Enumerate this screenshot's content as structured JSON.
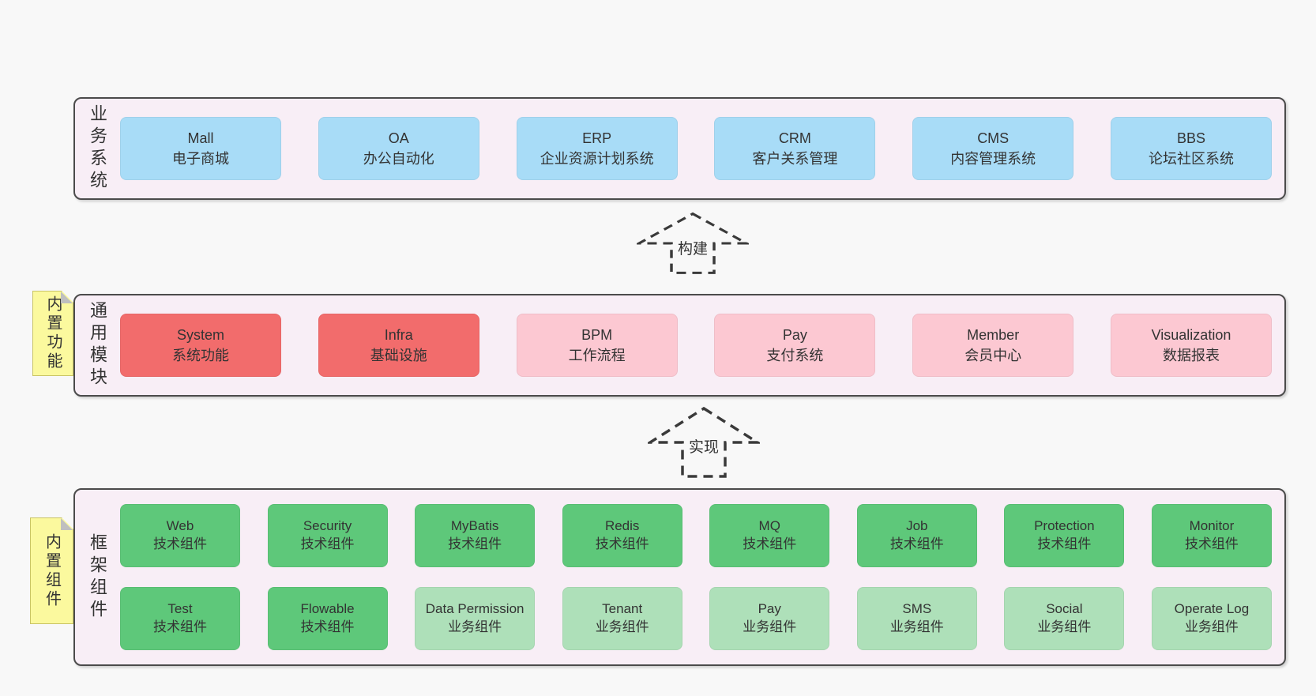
{
  "diagram": {
    "arrows": [
      {
        "label": "构建"
      },
      {
        "label": "实现"
      }
    ],
    "layers": [
      {
        "name": "business-systems",
        "label": "业务系统",
        "note": "",
        "rows": [
          [
            {
              "title": "Mall",
              "subtitle": "电子商城",
              "variant": "blue"
            },
            {
              "title": "OA",
              "subtitle": "办公自动化",
              "variant": "blue"
            },
            {
              "title": "ERP",
              "subtitle": "企业资源计划系统",
              "variant": "blue"
            },
            {
              "title": "CRM",
              "subtitle": "客户关系管理",
              "variant": "blue"
            },
            {
              "title": "CMS",
              "subtitle": "内容管理系统",
              "variant": "blue"
            },
            {
              "title": "BBS",
              "subtitle": "论坛社区系统",
              "variant": "blue"
            }
          ]
        ]
      },
      {
        "name": "common-modules",
        "label": "通用模块",
        "note": "内置功能",
        "rows": [
          [
            {
              "title": "System",
              "subtitle": "系统功能",
              "variant": "red"
            },
            {
              "title": "Infra",
              "subtitle": "基础设施",
              "variant": "red"
            },
            {
              "title": "BPM",
              "subtitle": "工作流程",
              "variant": "pink"
            },
            {
              "title": "Pay",
              "subtitle": "支付系统",
              "variant": "pink"
            },
            {
              "title": "Member",
              "subtitle": "会员中心",
              "variant": "pink"
            },
            {
              "title": "Visualization",
              "subtitle": "数据报表",
              "variant": "pink"
            }
          ]
        ]
      },
      {
        "name": "framework-components",
        "label": "框架组件",
        "note": "内置组件",
        "rows": [
          [
            {
              "title": "Web",
              "subtitle": "技术组件",
              "variant": "green"
            },
            {
              "title": "Security",
              "subtitle": "技术组件",
              "variant": "green"
            },
            {
              "title": "MyBatis",
              "subtitle": "技术组件",
              "variant": "green"
            },
            {
              "title": "Redis",
              "subtitle": "技术组件",
              "variant": "green"
            },
            {
              "title": "MQ",
              "subtitle": "技术组件",
              "variant": "green"
            },
            {
              "title": "Job",
              "subtitle": "技术组件",
              "variant": "green"
            },
            {
              "title": "Protection",
              "subtitle": "技术组件",
              "variant": "green"
            },
            {
              "title": "Monitor",
              "subtitle": "技术组件",
              "variant": "green"
            }
          ],
          [
            {
              "title": "Test",
              "subtitle": "技术组件",
              "variant": "green"
            },
            {
              "title": "Flowable",
              "subtitle": "技术组件",
              "variant": "green"
            },
            {
              "title": "Data Permission",
              "subtitle": "业务组件",
              "variant": "lightgreen"
            },
            {
              "title": "Tenant",
              "subtitle": "业务组件",
              "variant": "lightgreen"
            },
            {
              "title": "Pay",
              "subtitle": "业务组件",
              "variant": "lightgreen"
            },
            {
              "title": "SMS",
              "subtitle": "业务组件",
              "variant": "lightgreen"
            },
            {
              "title": "Social",
              "subtitle": "业务组件",
              "variant": "lightgreen"
            },
            {
              "title": "Operate Log",
              "subtitle": "业务组件",
              "variant": "lightgreen"
            }
          ]
        ]
      }
    ],
    "colors": {
      "page_bg": "#f8f8f8",
      "layer_bg": "#f8eef6",
      "layer_border": "#4b4b4b",
      "blue": "#a8dcf7",
      "red": "#f26c6c",
      "pink": "#fcc8d2",
      "green": "#5ec87a",
      "lightgreen": "#aee0b9",
      "note_bg": "#fbf99e",
      "note_border": "#c9c465",
      "note_fold": "#bfbfbf",
      "text": "#333333",
      "arrow": "#3a3a3a"
    }
  }
}
